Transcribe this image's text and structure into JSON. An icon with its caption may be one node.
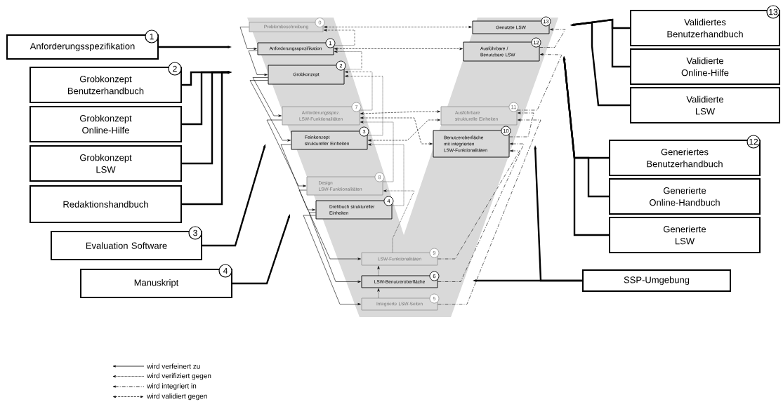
{
  "diagram": {
    "nodes": [
      {
        "text": [
          "Anforderungsspezifikation",
          "1"
        ]
      },
      {
        "text": [
          "Grobkonzept Benutzerhandbuch",
          "2"
        ]
      },
      {
        "text": [
          "Grobkonzept Online-Hilfe"
        ]
      },
      {
        "text": [
          "Grobkonzept LSW"
        ]
      },
      {
        "text": [
          "Redaktionshandbuch"
        ]
      },
      {
        "text": [
          "Evaluation Software",
          "3"
        ]
      },
      {
        "text": [
          "Manuskript",
          "4"
        ]
      },
      {
        "text": [
          "Problembeschreibung",
          "0"
        ]
      },
      {
        "text": [
          "Anforderungsspezifikation",
          "1"
        ]
      },
      {
        "text": [
          "Grobkonzept",
          "2"
        ]
      },
      {
        "text": [
          "Anforderungsspez. LSW-Funktionalitäten",
          "7"
        ]
      },
      {
        "text": [
          "Feinkonzept struktureller Einheiten",
          "3"
        ]
      },
      {
        "text": [
          "Design LSW-Funktionalitäten",
          "8"
        ]
      },
      {
        "text": [
          "Drehbuch struktureller Einheiten",
          "4"
        ]
      },
      {
        "text": [
          "LSW-Funktionalitäten",
          "9"
        ]
      },
      {
        "text": [
          "LSW-Benutzeroberfläche",
          "6"
        ]
      },
      {
        "text": [
          "Integrierte LSW-Seiten",
          "5"
        ]
      },
      {
        "text": [
          "Genutzte LSW",
          "13"
        ]
      },
      {
        "text": [
          "Ausführbare / Benutzbare LSW",
          "12"
        ]
      },
      {
        "text": [
          "Ausführbare strukturelle Einheiten",
          "11"
        ]
      },
      {
        "text": [
          "Benutzeroberfläche mit integrierten LSW-Funktionalitäten",
          "10"
        ]
      },
      {
        "text": [
          "Validiertes Benutzerhandbuch",
          "13"
        ]
      },
      {
        "text": [
          "Validierte Online-Hilfe"
        ]
      },
      {
        "text": [
          "Validierte LSW"
        ]
      },
      {
        "text": [
          "Generiertes Benutzerhandbuch",
          "12"
        ]
      },
      {
        "text": [
          "Generierte Online-Handbuch"
        ]
      },
      {
        "text": [
          "Generierte LSW"
        ]
      },
      {
        "text": [
          "SSP-Umgebung"
        ]
      }
    ],
    "edges": [
      {
        "from": 0,
        "to": null,
        "arrow": "to",
        "style": "thick"
      },
      {
        "from": 1,
        "to": null,
        "arrow": "to",
        "style": "thick"
      },
      {
        "from": 2,
        "to": null,
        "arrow": "to",
        "style": "thick"
      },
      {
        "from": 3,
        "to": null,
        "arrow": "to",
        "style": "thick"
      },
      {
        "from": 4,
        "to": null,
        "arrow": "to",
        "style": "thick"
      },
      {
        "from": 5,
        "to": null,
        "arrow": "to",
        "style": "thick"
      },
      {
        "from": 6,
        "to": null,
        "arrow": "to",
        "style": "thick"
      },
      {
        "from": 21,
        "to": null,
        "arrow": "to",
        "style": "thick"
      },
      {
        "from": 22,
        "to": null,
        "arrow": "to",
        "style": "thick"
      },
      {
        "from": 23,
        "to": null,
        "arrow": "to",
        "style": "thick"
      },
      {
        "from": 24,
        "to": null,
        "arrow": "to",
        "style": "thick"
      },
      {
        "from": 25,
        "to": null,
        "arrow": "to",
        "style": "thick"
      },
      {
        "from": 26,
        "to": null,
        "arrow": "to",
        "style": "thick"
      },
      {
        "from": 27,
        "to": null,
        "arrow": "to",
        "style": "thick"
      },
      {
        "from": 27,
        "to": null,
        "arrow": "to",
        "style": "thick"
      },
      {
        "from": 7,
        "to": 8,
        "arrow": "to"
      },
      {
        "from": 8,
        "to": 9,
        "arrow": "to"
      },
      {
        "from": 9,
        "to": 10,
        "arrow": "to"
      },
      {
        "from": 9,
        "to": 11,
        "arrow": "to"
      },
      {
        "from": 10,
        "to": 12,
        "arrow": "to"
      },
      {
        "from": 11,
        "to": 13,
        "arrow": "to"
      },
      {
        "from": 12,
        "to": 14,
        "arrow": "to"
      },
      {
        "from": 13,
        "to": 15,
        "arrow": "to"
      },
      {
        "from": 13,
        "to": 16,
        "arrow": "to"
      },
      {
        "from": 8,
        "to": 7,
        "arrow": "to",
        "style": "dashed"
      },
      {
        "from": 9,
        "to": 8,
        "arrow": "to",
        "style": "dashed"
      },
      {
        "from": 10,
        "to": 9,
        "arrow": "to",
        "style": "dashed"
      },
      {
        "from": 11,
        "to": 9,
        "arrow": "to",
        "style": "dashed"
      },
      {
        "from": 12,
        "to": 10,
        "arrow": "to",
        "style": "dashed"
      },
      {
        "from": 13,
        "to": 11,
        "arrow": "to",
        "style": "dashed"
      },
      {
        "from": 14,
        "to": 12,
        "arrow": "to",
        "style": "dashed"
      },
      {
        "from": 15,
        "to": 14,
        "arrow": "to",
        "style": "dashed"
      },
      {
        "from": 16,
        "to": 15,
        "arrow": "to",
        "style": "dashed"
      },
      {
        "from": 7,
        "to": 17,
        "arrow": "both",
        "style": "dashed"
      },
      {
        "from": 8,
        "to": 18,
        "arrow": "both",
        "style": "dashed"
      },
      {
        "from": 10,
        "to": 19,
        "arrow": "both",
        "style": "dashed"
      },
      {
        "from": 11,
        "to": 19,
        "arrow": "both",
        "style": "dashed"
      },
      {
        "from": 10,
        "to": 20,
        "arrow": "both",
        "style": "dashed"
      },
      {
        "from": 14,
        "to": 20,
        "arrow": "to",
        "style": "dashed"
      },
      {
        "from": 15,
        "to": 20,
        "arrow": "to",
        "style": "dashed"
      },
      {
        "from": 16,
        "to": 19,
        "arrow": "to",
        "style": "dashed"
      },
      {
        "from": 20,
        "to": 19,
        "arrow": "to",
        "style": "dashed"
      },
      {
        "from": 19,
        "to": 18,
        "arrow": "to",
        "style": "dashed"
      },
      {
        "from": 18,
        "to": 17,
        "arrow": "to",
        "style": "dashed"
      }
    ],
    "legend": [
      {
        "text": "wird verfeinert zu"
      },
      {
        "text": "wird verifiziert gegen"
      },
      {
        "text": "wird integriert in"
      },
      {
        "text": "wird validiert gegen"
      }
    ]
  }
}
